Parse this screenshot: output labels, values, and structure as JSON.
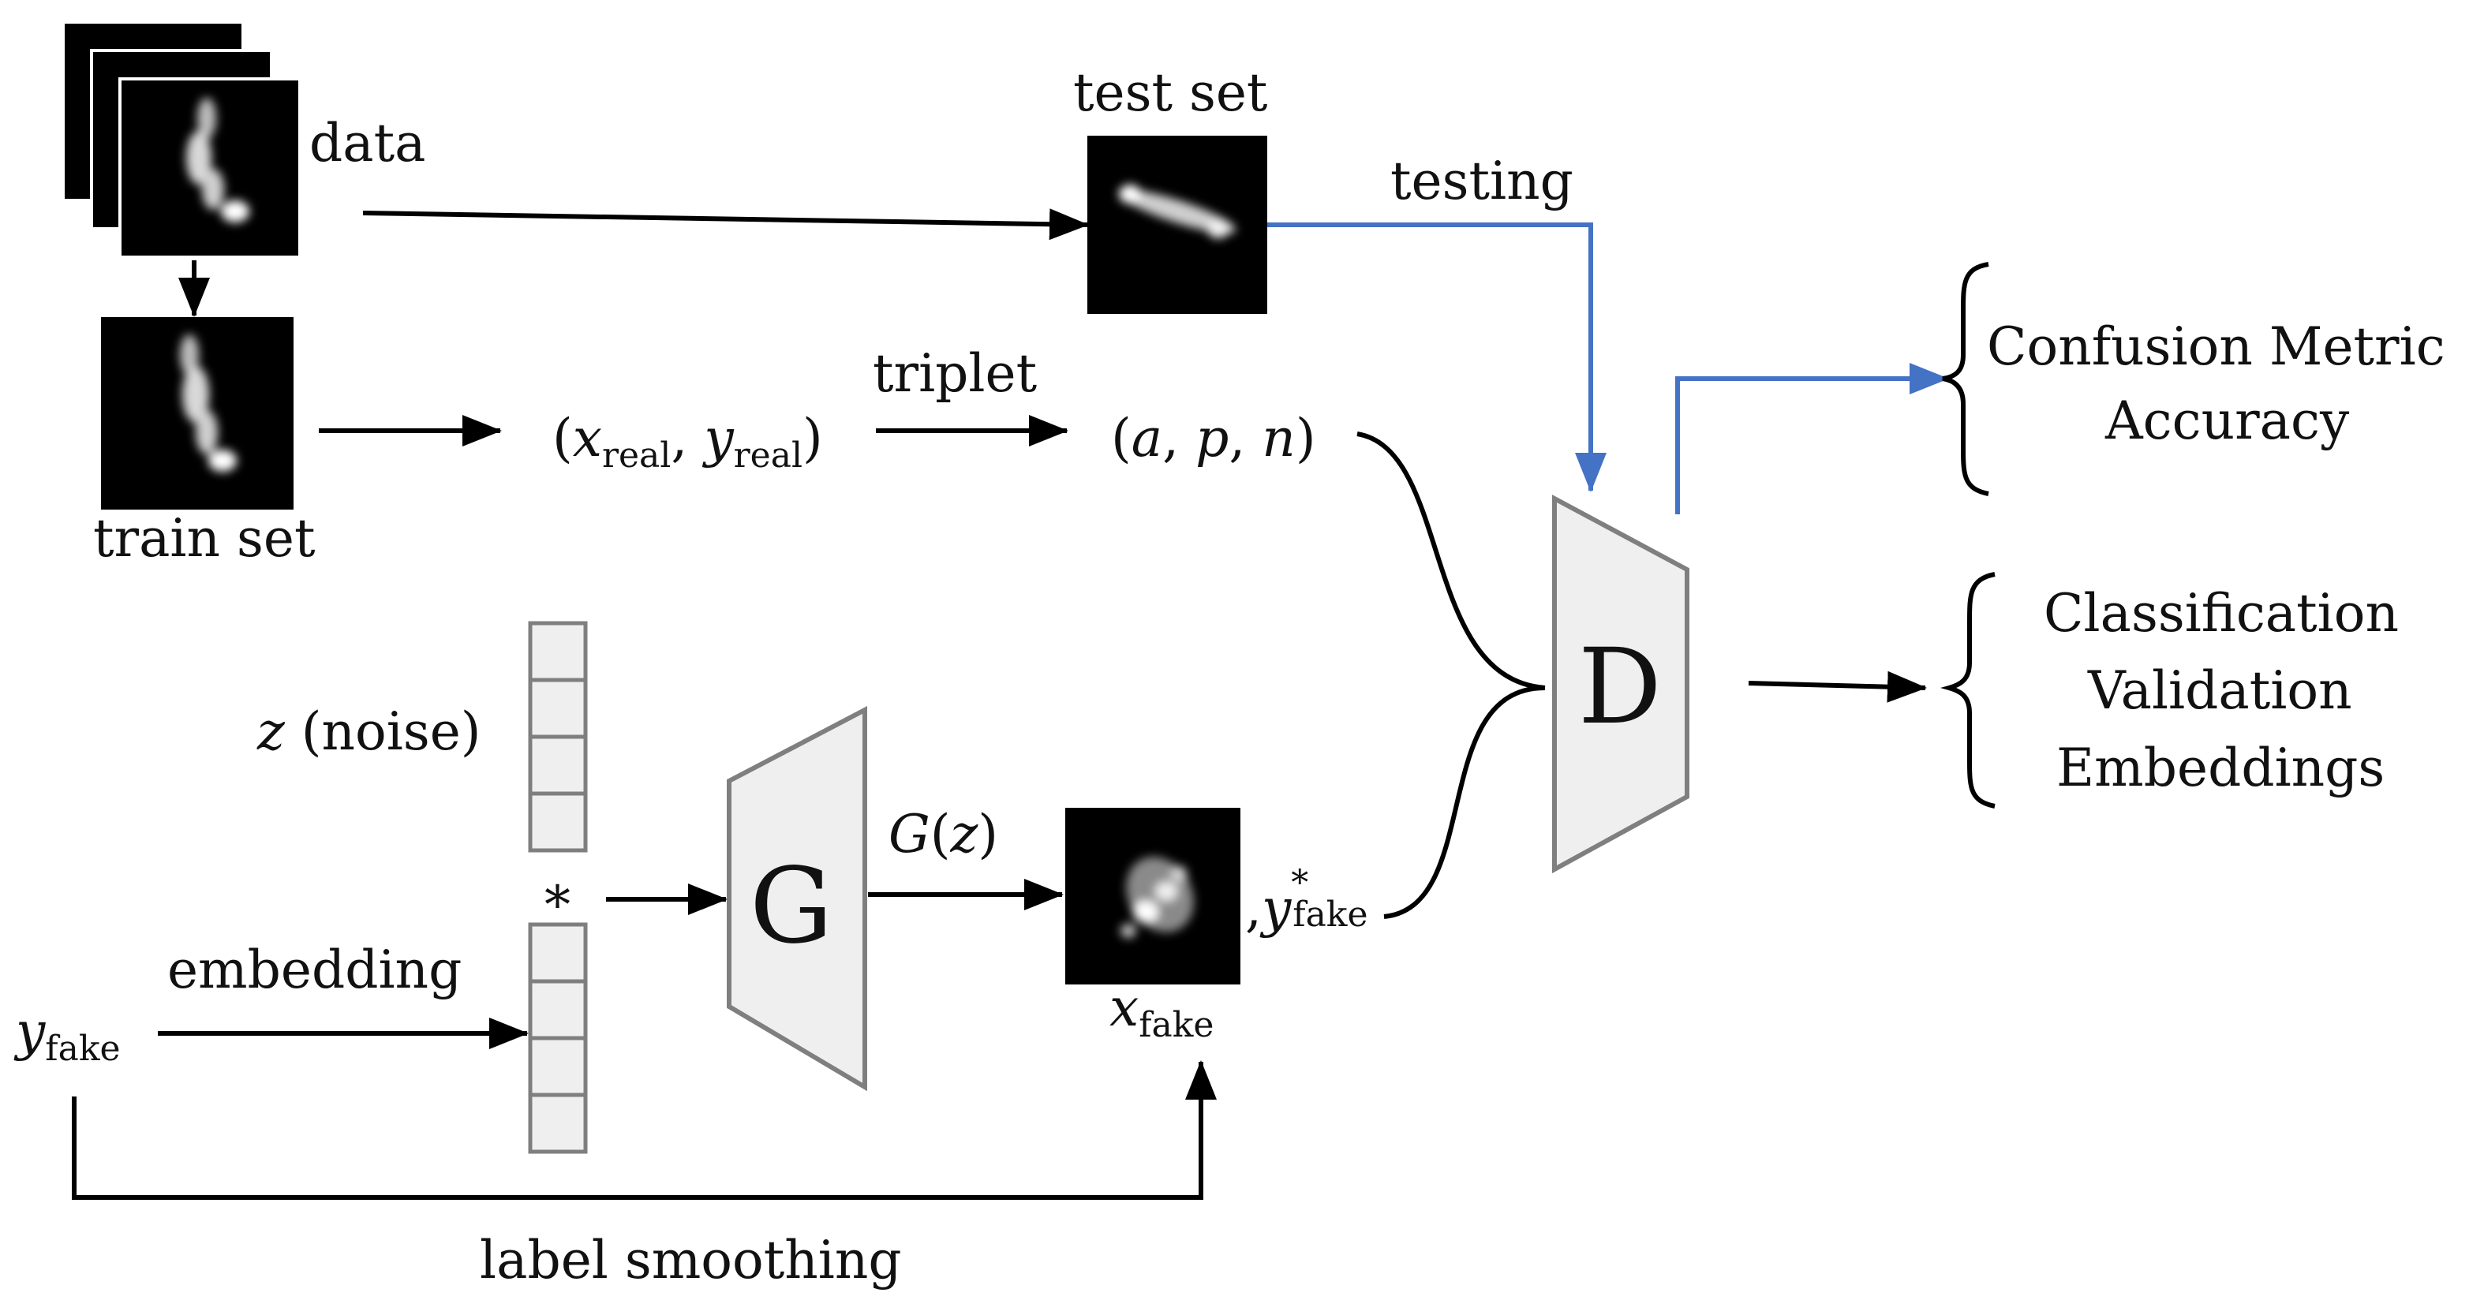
{
  "labels": {
    "data": "data",
    "train_set": "train set",
    "test_set": "test set",
    "testing": "testing",
    "triplet": "triplet",
    "noise_var": "z",
    "noise_word": "(noise)",
    "embedding": "embedding",
    "label_smoothing": "label smoothing",
    "concat_symbol": "*",
    "generator": "G",
    "discriminator": "D",
    "gen_output": "G(z)"
  },
  "math": {
    "real_pair": {
      "x": "x",
      "x_sub": "real",
      "y": "y",
      "y_sub": "real"
    },
    "triplet_tuple": {
      "a": "a",
      "p": "p",
      "n": "n"
    },
    "y_fake": {
      "base": "y",
      "sub": "fake"
    },
    "x_fake": {
      "base": "x",
      "sub": "fake"
    },
    "y_fake_star": {
      "base": "y",
      "sup": "*",
      "sub": "fake"
    }
  },
  "outputs": {
    "testing_results": [
      "Confusion Metric",
      "Accuracy"
    ],
    "training_results": [
      "Classification",
      "Validation",
      "Embeddings"
    ]
  },
  "colors": {
    "testing_arrow": "#4472C4",
    "arrow": "#000000",
    "block_fill": "#EFEFEF",
    "block_stroke": "#7F7F7F",
    "image_bg": "#000000"
  }
}
